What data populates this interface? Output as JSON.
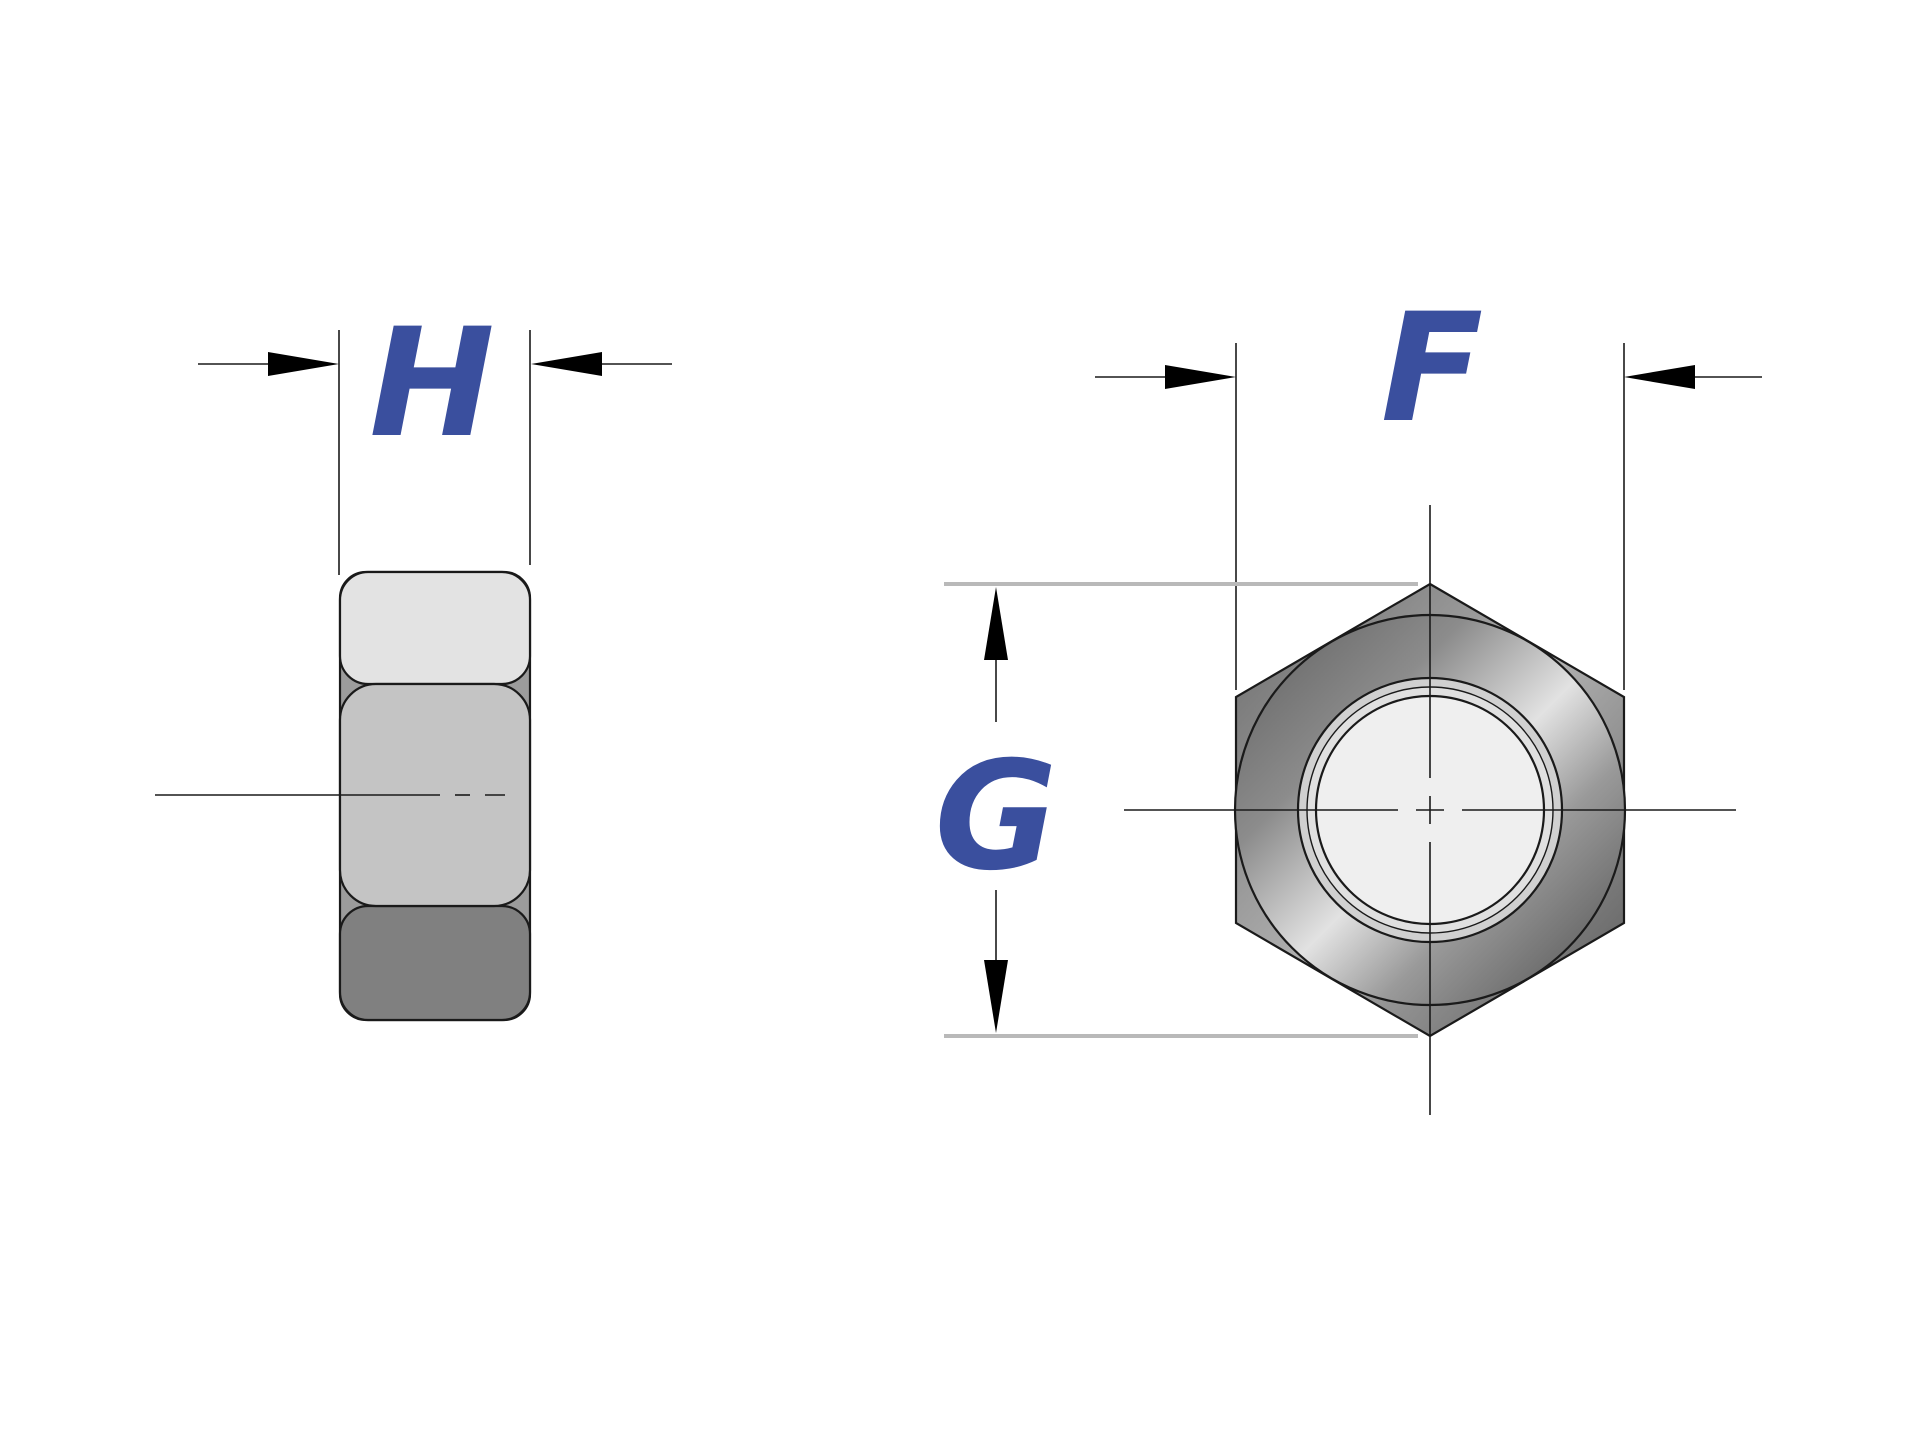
{
  "labels": {
    "thickness": "H",
    "width_across_flats": "F",
    "width_across_corners": "G"
  },
  "colors": {
    "label": "#3a4f9e",
    "outline": "#1a1a1a",
    "face_top": "#e3e3e3",
    "face_middle": "#c4c4c4",
    "face_bottom": "#808080",
    "bore": "#efefef",
    "extension_line": "#b9b9b9"
  }
}
